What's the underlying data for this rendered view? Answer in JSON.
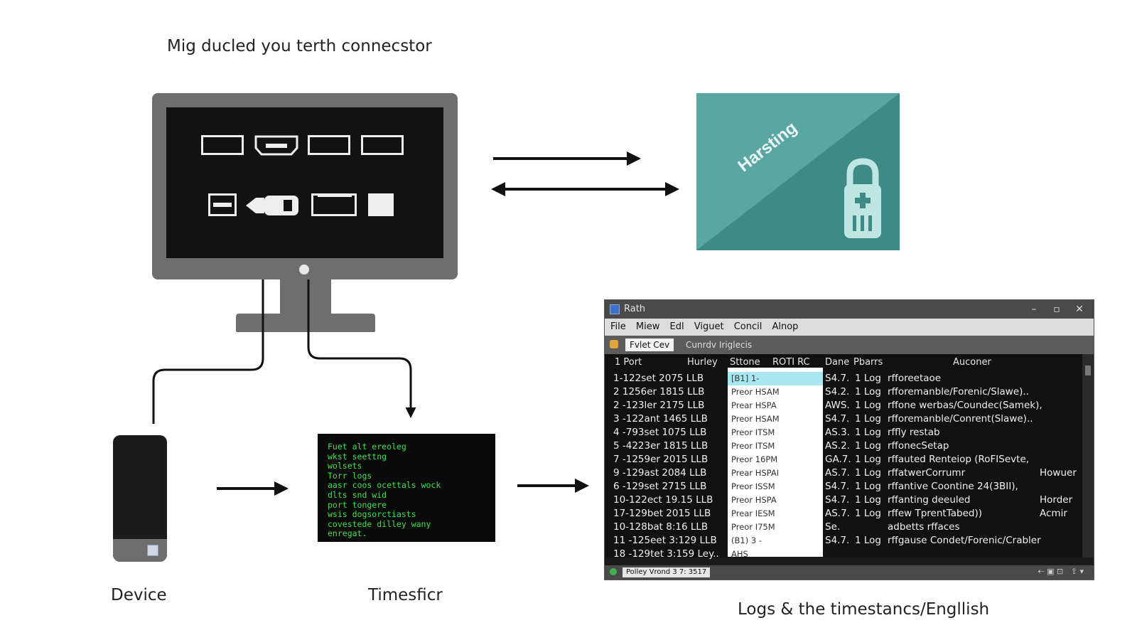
{
  "header": {
    "title": "Mig ducled you terth connecstor"
  },
  "hosting": {
    "label": "Harsting"
  },
  "captions": {
    "device": "Device",
    "terminal": "Timesficr",
    "logs": "Logs & the timestancs/Engllish"
  },
  "terminal": {
    "lines": [
      "Fuet alt ereoleg",
      "wkst seettng",
      "wolsets",
      "Torr logs",
      "aasr coos ocettals wock",
      "dlts snd wid",
      "port tongere",
      "wsis dogsorctiasts",
      "covestede dilley wany",
      "enregat."
    ]
  },
  "log_window": {
    "title": "Rath",
    "menu": [
      "File",
      "Miew",
      "Edl",
      "Viguet",
      "Concil",
      "Alnop"
    ],
    "tabs": [
      "Fvlet Cev",
      "Cunrdv Iriglecis"
    ],
    "columns": [
      "1 Port",
      "Hurley",
      "Sttone",
      "ROTI RC",
      "Dane",
      "Pbarrs",
      "Auconer"
    ],
    "rows": [
      {
        "id": "1-122set 2075 LLB",
        "state": "[B1] 1-",
        "code": "S4.7.",
        "n": "1 Log",
        "msg": "rfforeetaoe",
        "extra": ""
      },
      {
        "id": "2 1256er 1815 LLB",
        "state": "Preor HSAM",
        "code": "S4.2.",
        "n": "1 Log",
        "msg": "rfforemanble/Forenic/Slawe)..",
        "extra": ""
      },
      {
        "id": "2 -123ler 2175 LLB",
        "state": "Prear HSPA",
        "code": "AWS.",
        "n": "1 Log",
        "msg": "rffone werbas/Coundec(Samek),",
        "extra": ""
      },
      {
        "id": "3 -122ant 1465 LLB",
        "state": "Preor HSAM",
        "code": "S4.7.",
        "n": "1 Log",
        "msg": "rfforemanble/Conrent(Slawe)..",
        "extra": ""
      },
      {
        "id": "4 -793set 1075 LLB",
        "state": "Preor ITSM",
        "code": "AS.3.",
        "n": "1 Log",
        "msg": "rffly restab",
        "extra": ""
      },
      {
        "id": "5 -4223er 1815 LLB",
        "state": "Preor ITSM",
        "code": "AS.2.",
        "n": "1 Log",
        "msg": "rffonecSetap",
        "extra": ""
      },
      {
        "id": "7 -1259er 2015 LLB",
        "state": "Preor 16PM",
        "code": "GA.7.",
        "n": "1 Log",
        "msg": "rffauted Renteiop (RoFISevte,",
        "extra": ""
      },
      {
        "id": "9 -129ast 2084 LLB",
        "state": "Prear HSPAI",
        "code": "AS.7.",
        "n": "1 Log",
        "msg": "rffatwerCorrumr",
        "extra": "Howuer"
      },
      {
        "id": "6 -129set 2715 LLB",
        "state": "Preor ISSM",
        "code": "S4.7.",
        "n": "1 Log",
        "msg": "rffantive Coontine 24(3BII),",
        "extra": ""
      },
      {
        "id": "10-122ect 19.15 LLB",
        "state": "Preor HSPA",
        "code": "S4.7.",
        "n": "1 Log",
        "msg": "rffanting deeuled",
        "extra": "Horder"
      },
      {
        "id": "17-129bet 2015 LLB",
        "state": "Prear IESM",
        "code": "AS.7.",
        "n": "1 Log",
        "msg": "rffew TprentTabed))",
        "extra": "Acmir"
      },
      {
        "id": "10-128bat 8:16 LLB",
        "state": "Preor I75M",
        "code": "Se.",
        "n": "",
        "msg": "adbetts rffaces",
        "extra": ""
      },
      {
        "id": "11 -125eet 3:129 LLB",
        "state": "(B1) 3 -",
        "code": "S4.7.",
        "n": "1 Log",
        "msg": "rffgause Condet/Forenic/Crabler",
        "extra": ""
      },
      {
        "id": "18 -129tet 3:159 Ley..",
        "state": "AHS",
        "code": "",
        "n": "",
        "msg": "",
        "extra": ""
      }
    ],
    "status_field": "Polley Vrond 3 7: 3517"
  }
}
